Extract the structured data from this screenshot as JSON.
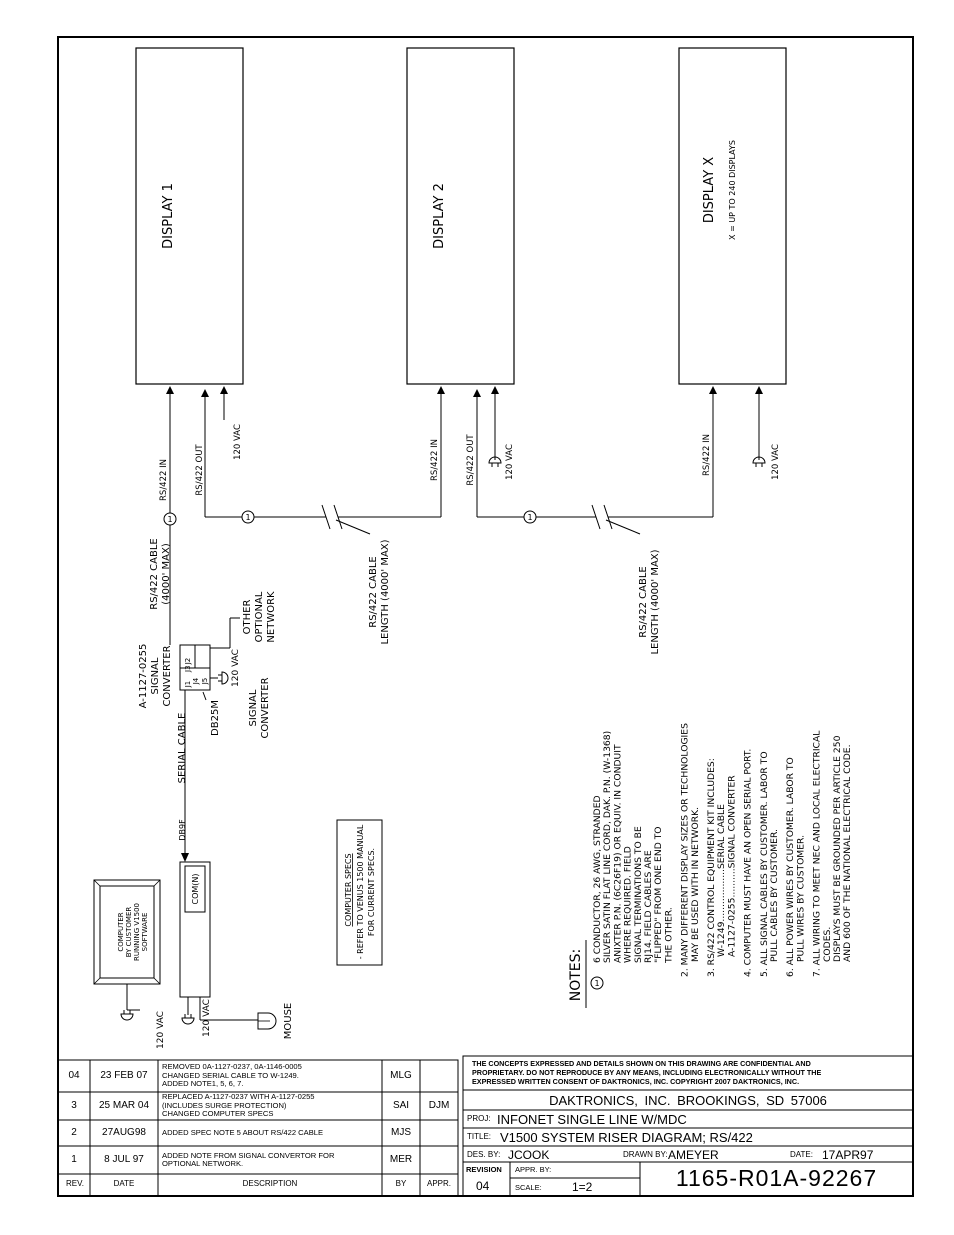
{
  "displays": [
    {
      "label": "DISPLAY 1",
      "sub": ""
    },
    {
      "label": "DISPLAY 2",
      "sub": ""
    },
    {
      "label": "DISPLAY X",
      "sub": "X = UP TO 240 DISPLAYS"
    }
  ],
  "signals": {
    "rs422_in": "RS/422 IN",
    "rs422_out": "RS/422 OUT",
    "vac120": "120 VAC"
  },
  "cables": {
    "rs422_cable_1": "RS/422 CABLE",
    "rs422_cable_1_max": "(4000' MAX)",
    "rs422_cable_2": "RS/422 CABLE",
    "rs422_cable_2_len": "LENGTH (4000' MAX)",
    "rs422_cable_3": "RS/422 CABLE",
    "rs422_cable_3_len": "LENGTH (4000' MAX)",
    "serial_cable": "SERIAL CABLE",
    "db9f": "DB9F",
    "db25m": "DB25M"
  },
  "converter": {
    "part": "A-1127-0255",
    "line2": "SIGNAL",
    "line3": "CONVERTER",
    "j2": "J2",
    "j3": "J3",
    "j4": "J4",
    "j5": "J5",
    "j1": "J1",
    "vac": "120 VAC",
    "sig1": "SIGNAL",
    "sig2": "CONVERTER",
    "net1": "OTHER",
    "net2": "OPTIONAL",
    "net3": "NETWORK"
  },
  "computer": {
    "l1": "COMPUTER",
    "l2": "BY CUSTOMER",
    "l3": "RUNNING V1500",
    "l4": "SOFTWARE",
    "com": "COM(N)",
    "vac1": "120 VAC",
    "vac2": "120 VAC",
    "mouse": "MOUSE"
  },
  "specs": {
    "title": "COMPUTER SPECS",
    "l1": "- REFER TO VENUS 1500 MANUAL",
    "l2": "FOR CURRENT SPECS."
  },
  "notes": {
    "heading": "NOTES:",
    "n1_num": "1",
    "n1": [
      "6 CONDUCTOR, 26 AWG, STRANDED",
      "SILVER SATIN FLAT LINE CORD, DAK. P.N. (W-1368)",
      "ANIXTER P.N. (6C26F19) OR EQUIV. IN CONDUIT",
      "WHERE REQUIRED. FIELD",
      "SIGNAL TERMINATIONS TO BE",
      "RJ14. FIELD CABLES ARE",
      "\"FLIPPED\" FROM ONE END TO",
      "THE OTHER."
    ],
    "n2": [
      "2.  MANY DIFFERENT DISPLAY SIZES OR TECHNOLOGIES",
      "MAY BE USED WITH IN NETWORK."
    ],
    "n3": [
      "3.  RS/422 CONTROL EQUIPMENT KIT INCLUDES:",
      "W-1249..................SERIAL CABLE",
      "A-1127-0255..........SIGNAL CONVERTER"
    ],
    "n4": [
      "4.  COMPUTER MUST HAVE AN OPEN SERIAL PORT."
    ],
    "n5": [
      "5.  ALL SIGNAL CABLES BY CUSTOMER. LABOR TO",
      "PULL CABLES BY CUSTOMER."
    ],
    "n6": [
      "6.  ALL POWER WIRES BY CUSTOMER. LABOR TO",
      "PULL WIRES BY CUSTOMER."
    ],
    "n7": [
      "7.  ALL WIRING TO MEET NEC AND LOCAL ELECTRICAL",
      "CODES.",
      "DISPLAYS MUST BE GROUNDED PER ARTICLE 250",
      "AND 600 OF THE NATIONAL ELECTRICAL CODE."
    ]
  },
  "circle_mark": "1",
  "revisions": [
    {
      "rev": "04",
      "date": "23 FEB 07",
      "desc": [
        "REMOVED 0A-1127-0237, 0A-1146-0005",
        "CHANGED SERIAL CABLE TO W-1249.",
        "ADDED NOTE1, 5, 6, 7."
      ],
      "by": "MLG",
      "appr": ""
    },
    {
      "rev": "3",
      "date": "25 MAR 04",
      "desc": [
        "REPLACED A-1127-0237 WITH A-1127-0255",
        "(INCLUDES SURGE PROTECTION)",
        "CHANGED COMPUTER SPECS"
      ],
      "by": "SAI",
      "appr": "DJM"
    },
    {
      "rev": "2",
      "date": "27AUG98",
      "desc": [
        "ADDED SPEC NOTE 5 ABOUT RS/422 CABLE"
      ],
      "by": "MJS",
      "appr": ""
    },
    {
      "rev": "1",
      "date": "8 JUL 97",
      "desc": [
        "ADDED NOTE FROM SIGNAL CONVERTOR FOR",
        "OPTIONAL NETWORK."
      ],
      "by": "MER",
      "appr": ""
    }
  ],
  "rev_headers": {
    "rev": "REV.",
    "date": "DATE",
    "desc": "DESCRIPTION",
    "by": "BY",
    "appr": "APPR."
  },
  "title_block": {
    "confidential": [
      "THE CONCEPTS EXPRESSED AND DETAILS SHOWN ON THIS DRAWING ARE CONFIDENTIAL AND",
      "PROPRIETARY. DO NOT REPRODUCE BY ANY MEANS, INCLUDING ELECTRONICALLY WITHOUT THE",
      "EXPRESSED WRITTEN CONSENT OF DAKTRONICS, INC.          COPYRIGHT 2007 DAKTRONICS, INC."
    ],
    "company": "DAKTRONICS, INC.   BROOKINGS, SD 57006",
    "proj_label": "PROJ:",
    "proj": "INFONET SINGLE LINE W/MDC",
    "title_label": "TITLE:",
    "title": "V1500 SYSTEM RISER DIAGRAM; RS/422",
    "des_label": "DES. BY:",
    "des": "JCOOK",
    "drawn_label": "DRAWN BY:",
    "drawn": "AMEYER",
    "date_label": "DATE:",
    "date": "17APR97",
    "revision_label": "REVISION",
    "revision": "04",
    "appr_label": "APPR. BY:",
    "scale_label": "SCALE:",
    "scale": "1=2",
    "drawing_no": "1165-R01A-92267"
  }
}
